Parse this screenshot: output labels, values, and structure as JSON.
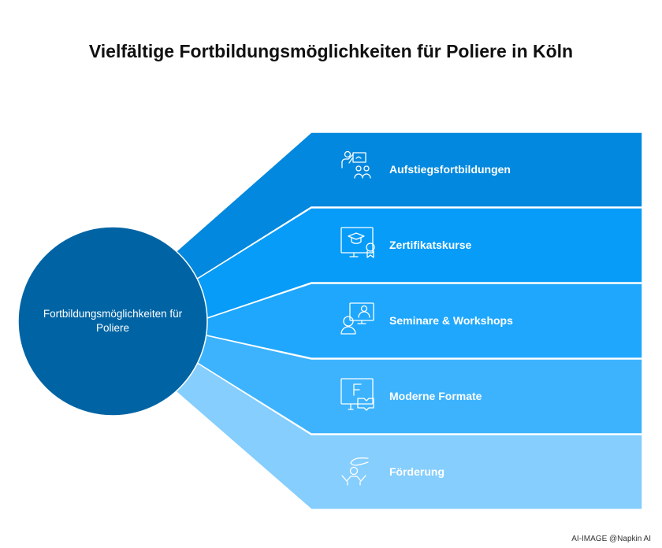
{
  "title": "Vielfältige Fortbildungsmöglichkeiten für Poliere in Köln",
  "center": {
    "label": "Fortbildungsmöglichkeiten für Poliere",
    "color": "#0064A4"
  },
  "branches": [
    {
      "label": "Aufstiegsfortbildungen",
      "icon": "teacher-presentation-icon",
      "color": "#0288DE"
    },
    {
      "label": "Zertifikatskurse",
      "icon": "certificate-monitor-icon",
      "color": "#069CF8"
    },
    {
      "label": "Seminare & Workshops",
      "icon": "online-seminar-icon",
      "color": "#1EA7FD"
    },
    {
      "label": "Moderne Formate",
      "icon": "digital-book-icon",
      "color": "#3DB3FD"
    },
    {
      "label": "Förderung",
      "icon": "support-hand-icon",
      "color": "#85CEFD"
    }
  ],
  "footer": "AI-IMAGE  @Napkin AI"
}
